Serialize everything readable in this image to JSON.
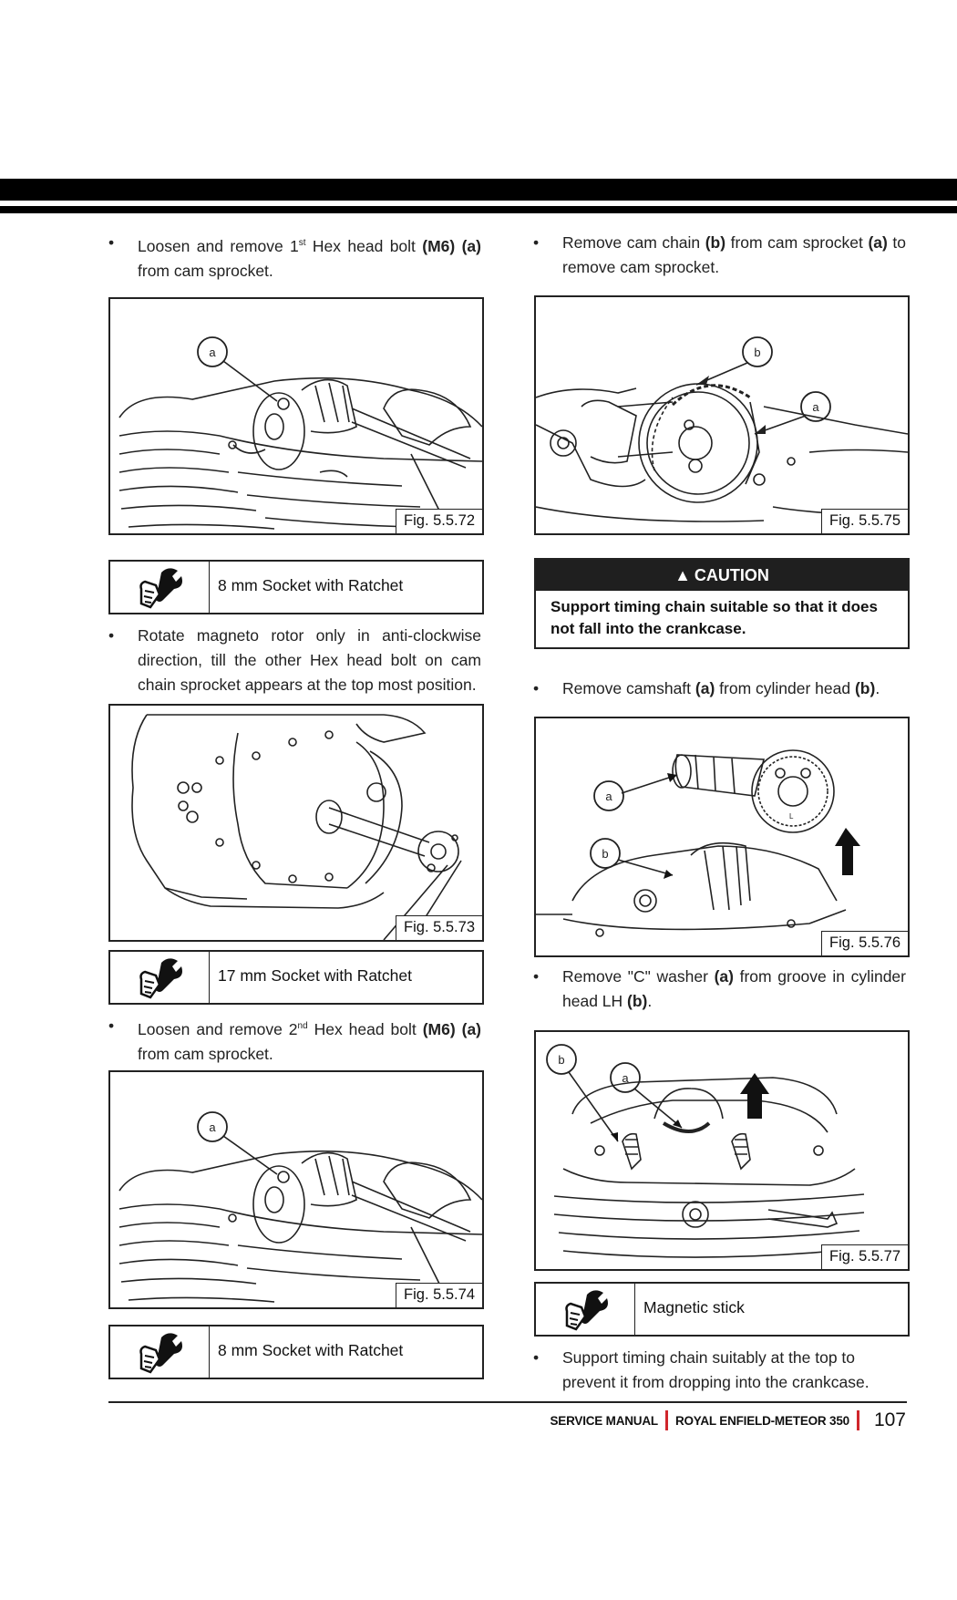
{
  "steps": {
    "s1": {
      "a": "Loosen and remove 1",
      "sup": "st",
      "b": " Hex head bolt ",
      "c": "(M6) (a)",
      "d": " from cam sprocket."
    },
    "s2": {
      "text": "Rotate magneto rotor only in anti-clockwise direction, till the other Hex head bolt on cam chain sprocket appears at the top most position."
    },
    "s3": {
      "a": "Loosen and remove 2",
      "sup": "nd",
      "b": " Hex head bolt ",
      "c": "(M6) (a)",
      "d": " from cam sprocket."
    },
    "s4": {
      "a": "Remove cam chain ",
      "b": "(b)",
      "c": " from cam sprocket ",
      "d": "(a)",
      "e": " to remove cam sprocket."
    },
    "s5": {
      "a": "Remove camshaft ",
      "b": "(a)",
      "c": " from cylinder head ",
      "d": "(b)",
      "e": "."
    },
    "s6": {
      "a": "Remove \"C\" washer ",
      "b": "(a)",
      "c": " from groove in cylinder head LH ",
      "d": "(b)",
      "e": "."
    },
    "s7": {
      "text": "Support timing chain suitably at the top to prevent it from dropping into the crankcase."
    }
  },
  "figures": {
    "f72": "Fig. 5.5.72",
    "f73": "Fig. 5.5.73",
    "f74": "Fig. 5.5.74",
    "f75": "Fig. 5.5.75",
    "f76": "Fig. 5.5.76",
    "f77": "Fig. 5.5.77"
  },
  "callouts": {
    "a": "a",
    "b": "b"
  },
  "tools": {
    "t1": "8 mm Socket with Ratchet",
    "t2": "17 mm Socket with Ratchet",
    "t3": "8 mm Socket with Ratchet",
    "t4": "Magnetic stick"
  },
  "caution": {
    "title": "CAUTION",
    "text": "Support timing chain suitable so that it does not fall into the crankcase."
  },
  "footer": {
    "manual": "SERVICE MANUAL",
    "model": "ROYAL ENFIELD-METEOR 350",
    "page": "107",
    "accent": "#d0262c"
  },
  "icons": [
    "wrench-hand-icon",
    "caution-triangle-icon",
    "up-arrow-icon"
  ]
}
